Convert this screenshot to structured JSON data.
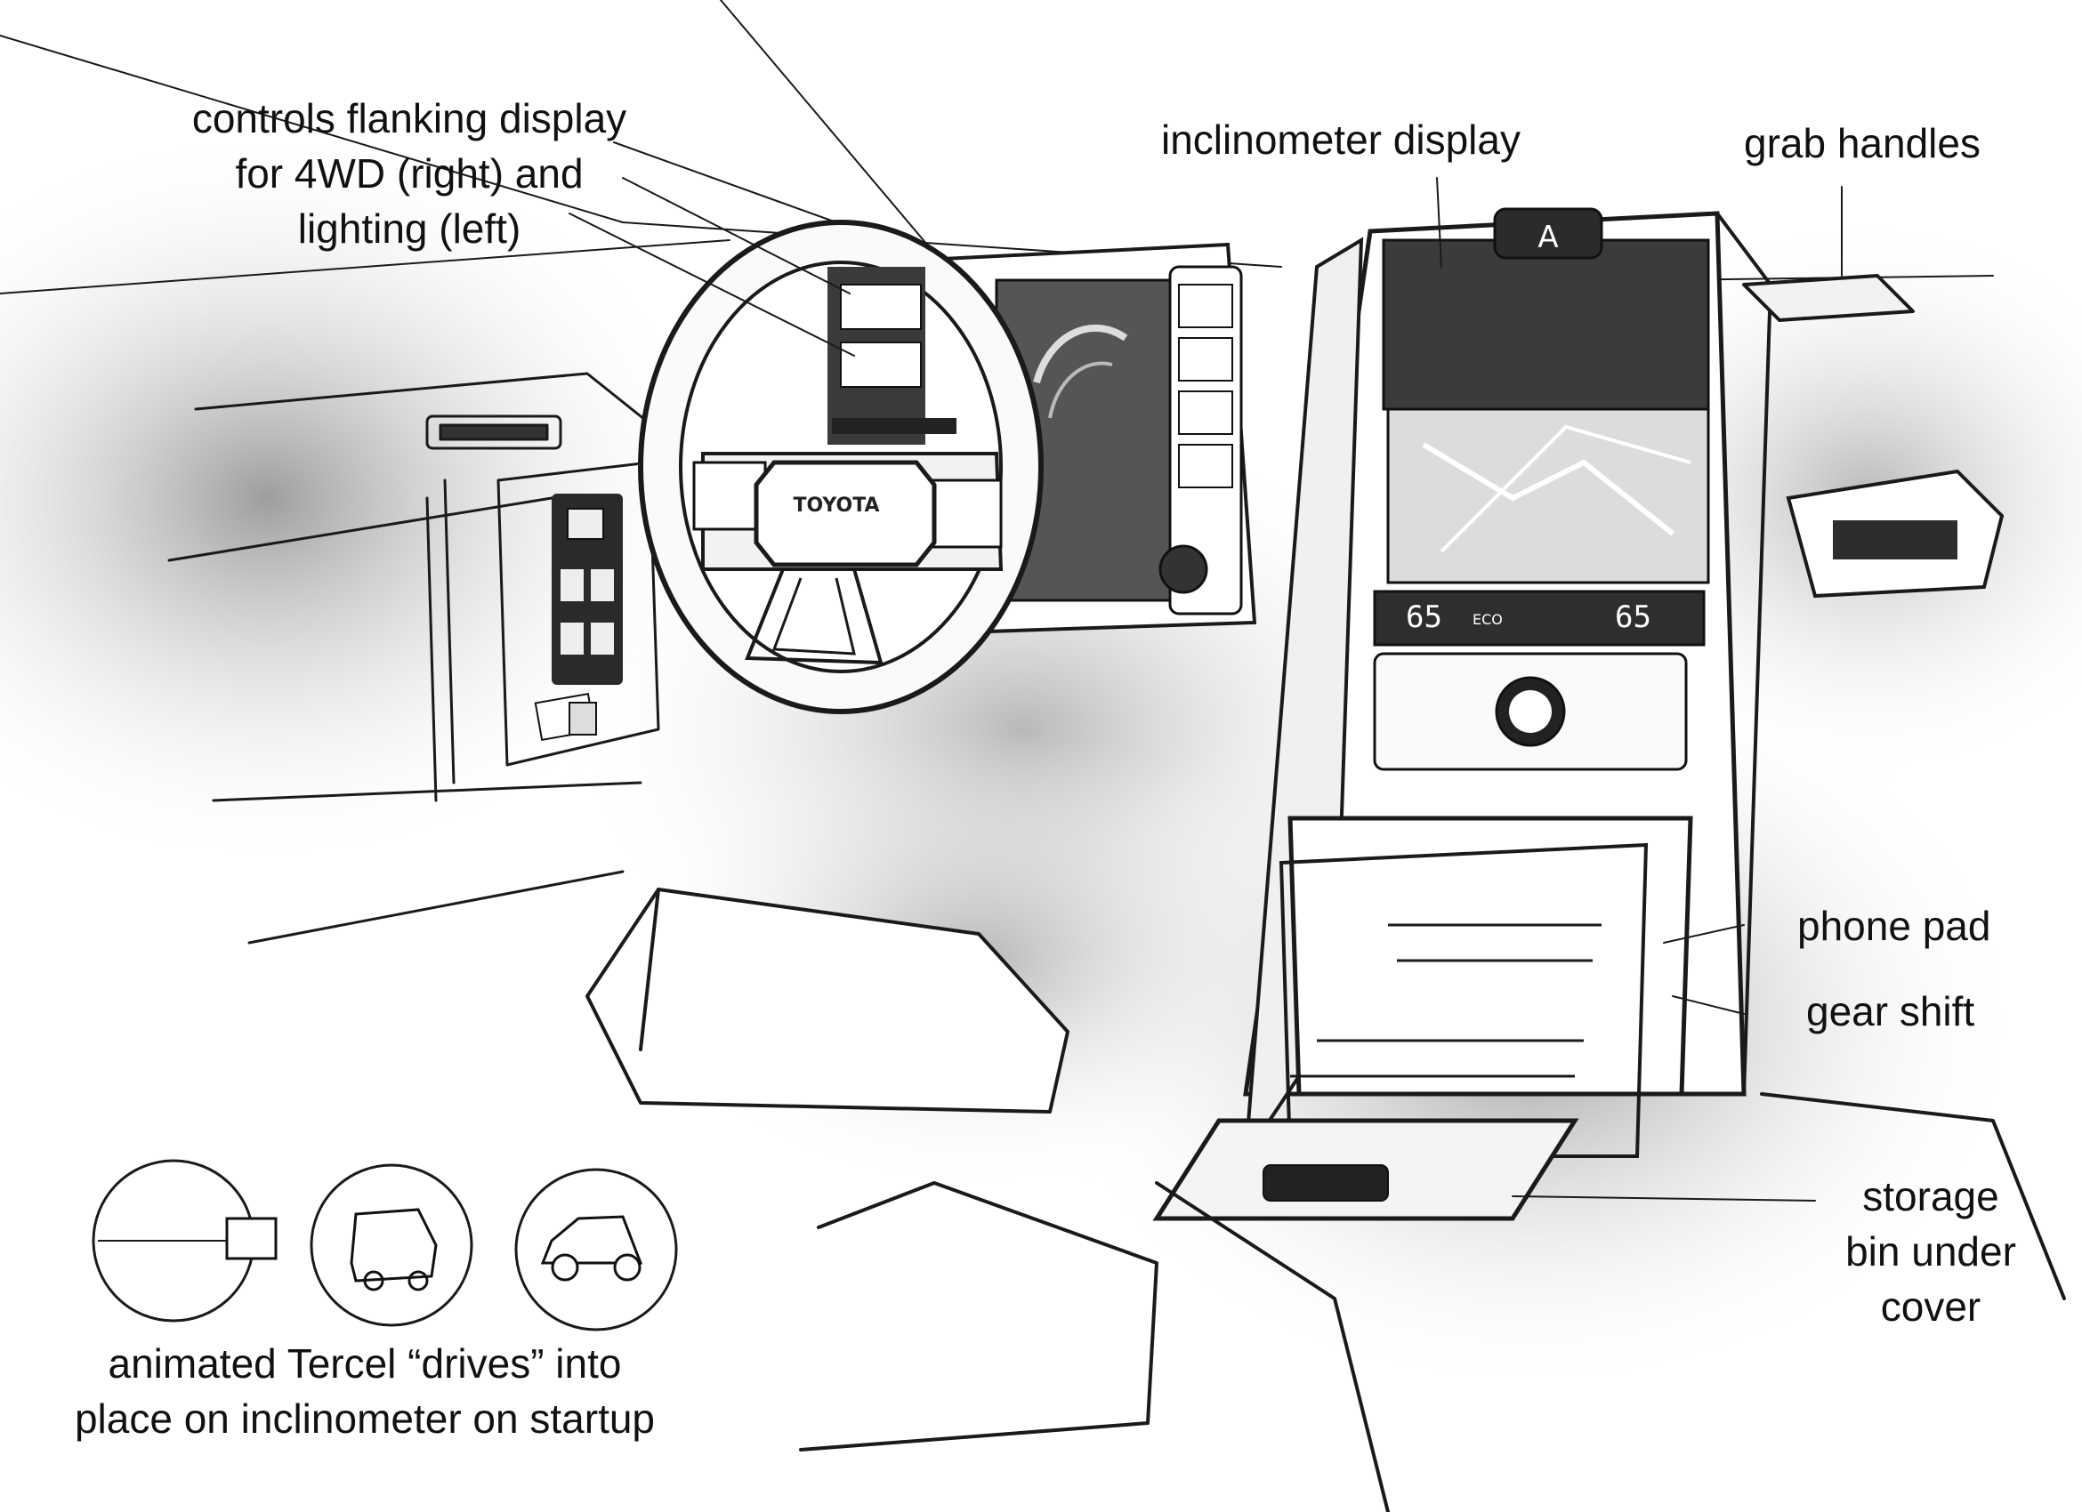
{
  "steering": {
    "brand_text": "TOYOTA"
  },
  "console": {
    "display_logo": "A",
    "temp_left": "65",
    "temp_right": "65",
    "mode_label": "ECO"
  },
  "callouts": {
    "controls_line1": "controls flanking display",
    "controls_line2": "for 4WD (right) and",
    "controls_line3": "lighting (left)",
    "inclinometer": "inclinometer display",
    "grab_handles": "grab handles",
    "phone_pad": "phone pad",
    "gear_shift": "gear shift",
    "storage_line1": "storage",
    "storage_line2": "bin under",
    "storage_line3": "cover",
    "animation_line1": "animated Tercel “drives” into",
    "animation_line2": "place on inclinometer on startup"
  },
  "colors": {
    "ink": "#1a1a1a",
    "screen": "#2b2b2b",
    "shadow": "#9a9a9a",
    "paper": "#ffffff"
  }
}
